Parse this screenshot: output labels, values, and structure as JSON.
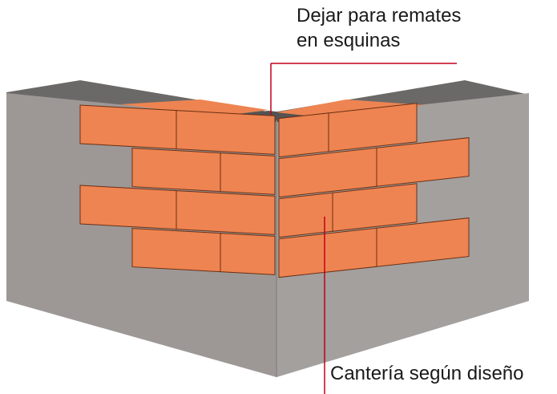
{
  "annotations": {
    "top_line1": "Dejar para remates",
    "top_line2": "en esquinas",
    "bottom": "Cantería según diseño"
  },
  "colors": {
    "wall_left": "#9d9896",
    "wall_right": "#a3a09e",
    "wall_top": "#6b6968",
    "brick": "#ee8451",
    "brick_light": "#f59766",
    "mortar_line": "#6b2f14",
    "leader": "#c0001a"
  }
}
